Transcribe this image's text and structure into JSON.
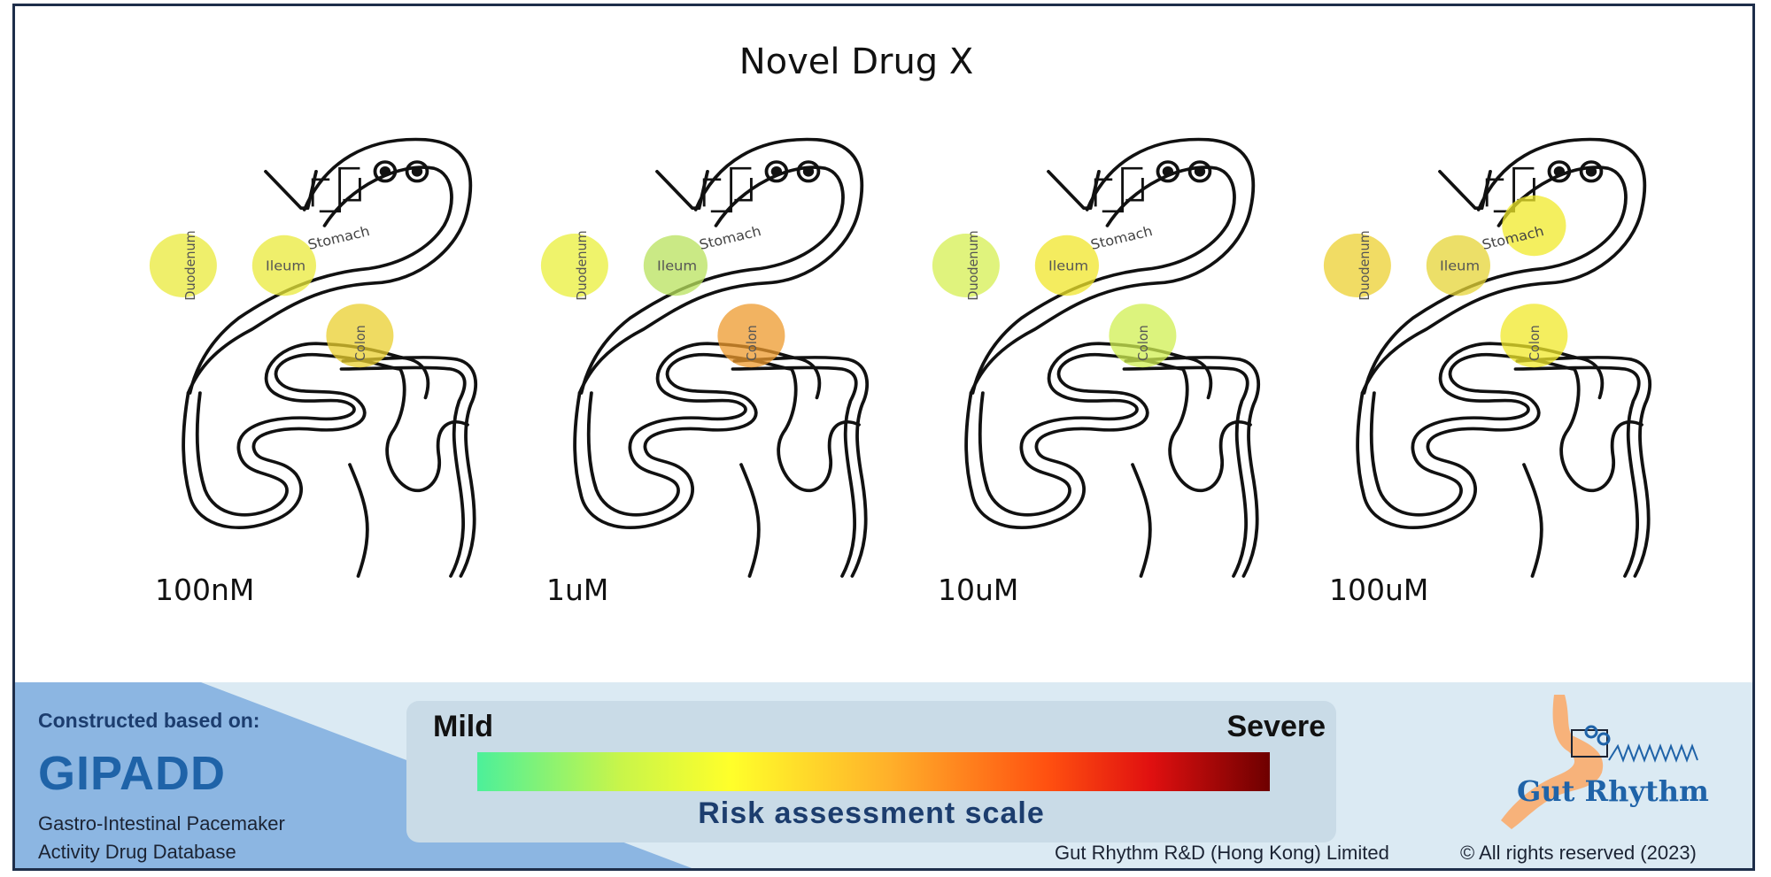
{
  "title": "Novel Drug X",
  "organ_labels": {
    "stomach": "Stomach",
    "duodenum": "Duodenum",
    "ileum": "Ileum",
    "colon": "Colon"
  },
  "panels": [
    {
      "dose": "100nM",
      "stomach_risk": null,
      "duodenum_color": "#eaea3a",
      "ileum_color": "#eaea3a",
      "colon_color": "#eacf2e"
    },
    {
      "dose": "1uM",
      "stomach_risk": null,
      "duodenum_color": "#eaef3a",
      "ileum_color": "#b8e25c",
      "colon_color": "#ee9a2c"
    },
    {
      "dose": "10uM",
      "stomach_risk": null,
      "duodenum_color": "#d6ef52",
      "ileum_color": "#f0e52a",
      "colon_color": "#d0ef52"
    },
    {
      "dose": "100uM",
      "stomach_color": "#f0ea2a",
      "duodenum_color": "#ecd030",
      "ileum_color": "#e6d436",
      "colon_color": "#f0e82a"
    }
  ],
  "footer": {
    "built_on": "Constructed based on:",
    "database_name": "GIPADD",
    "database_desc": "Gastro-Intestinal Pacemaker\nActivity Drug Database",
    "scale": {
      "low": "Mild",
      "high": "Severe",
      "caption": "Risk assessment scale"
    },
    "company": "Gut Rhythm R&D (Hong Kong) Limited",
    "copyright": "© All rights reserved (2023)",
    "logo_text": "Gut Rhythm"
  },
  "colors": {
    "frame": "#1e2e4a",
    "footer_bg": "#dbeaf3",
    "footer_triangle": "#8cb6e2",
    "brand_blue": "#1f63a8",
    "logo_orange": "#f7b27a"
  }
}
